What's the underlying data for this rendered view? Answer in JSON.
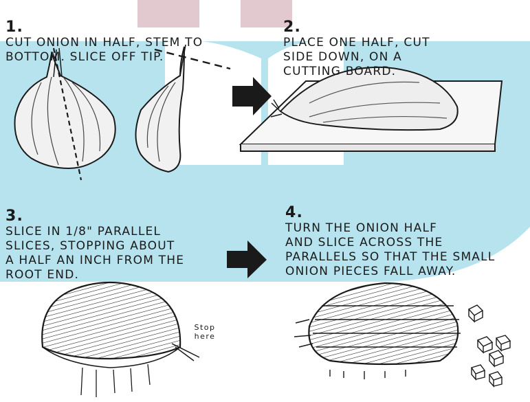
{
  "colors": {
    "watermark_blue": "#b6e3ee",
    "watermark_pink": "#e2c8cf",
    "ink": "#1a1a1a",
    "onion_fill": "#efefef",
    "board_fill": "#f7f7f7"
  },
  "steps": [
    {
      "number": "1.",
      "text": "Cut onion in half, stem to\n   bottom. Slice off tip."
    },
    {
      "number": "2.",
      "text": "Place one half, cut\nside down, on a\ncutting board."
    },
    {
      "number": "3.",
      "text": "Slice in 1/8\" parallel\nslices, stopping about\na half an inch from the\nroot end."
    },
    {
      "number": "4.",
      "text": "Turn the onion half\nand slice across the\nparallels so that the small\nonion pieces fall away."
    }
  ],
  "annotations": {
    "stop_here": "Stop\nhere"
  },
  "icons": [
    "arrow-right-icon",
    "onion-cube-icon"
  ]
}
